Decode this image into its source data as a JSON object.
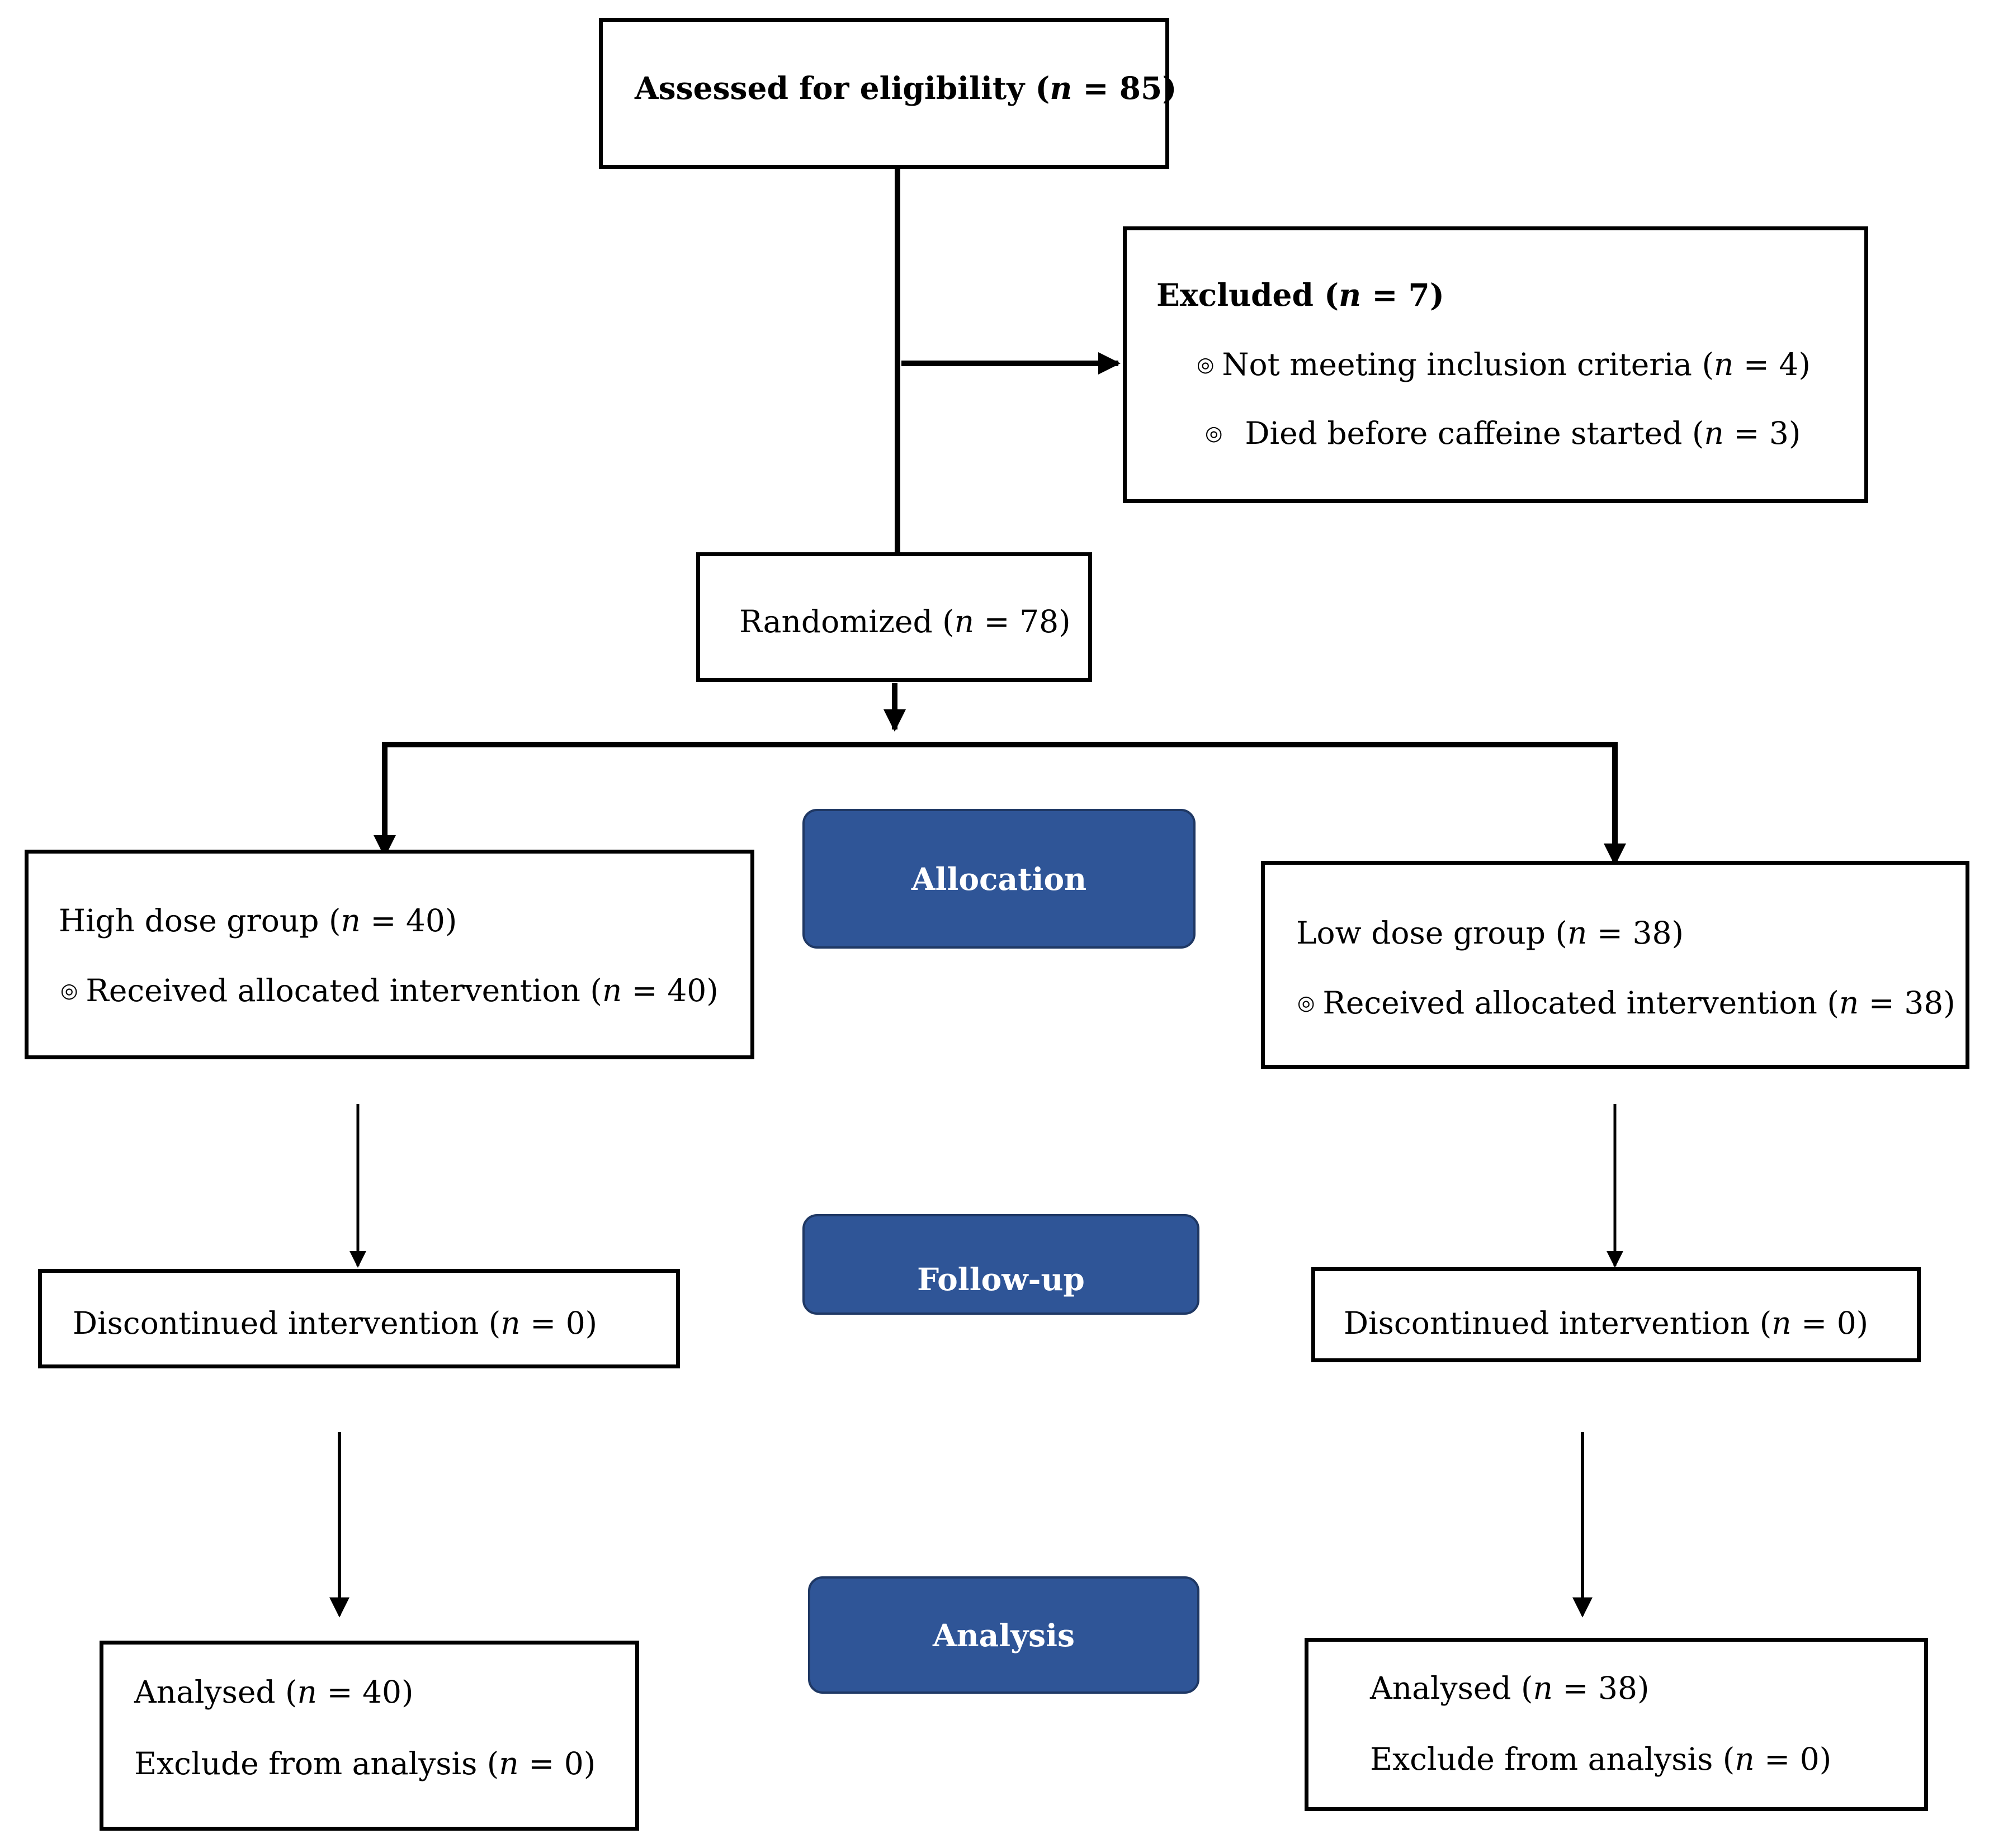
{
  "assessed": {
    "label": "Assessed for eligibility (",
    "n": "n",
    "value": " = 85)"
  },
  "excluded": {
    "label": "Excluded (",
    "n": "n",
    "value": " = 7)",
    "items": [
      {
        "bullet": "◎",
        "label": "Not meeting inclusion criteria (",
        "n": "n",
        "value": " = 4)"
      },
      {
        "bullet": "◎",
        "label": "Died before caffeine started (",
        "n": "n",
        "value": " = 3)"
      }
    ]
  },
  "randomized": {
    "label": "Randomized (",
    "n": "n",
    "value": " = 78)"
  },
  "stages": {
    "allocation": "Allocation",
    "followup": "Follow-up",
    "analysis": "Analysis"
  },
  "high": {
    "group": {
      "label": "High dose group (",
      "n": "n",
      "value": " = 40)"
    },
    "received": {
      "bullet": "◎",
      "label": "Received allocated intervention (",
      "n": "n",
      "value": " = 40)"
    },
    "discontinued": {
      "label": "Discontinued intervention (",
      "n": "n",
      "value": " = 0)"
    },
    "analysed": {
      "label": "Analysed (",
      "n": "n",
      "value": " = 40)"
    },
    "excluded_analysis": {
      "label": "Exclude from analysis (",
      "n": "n",
      "value": " = 0)"
    }
  },
  "low": {
    "group": {
      "label": "Low dose group (",
      "n": "n",
      "value": " = 38)"
    },
    "received": {
      "bullet": "◎",
      "label": "Received allocated intervention (",
      "n": "n",
      "value": " = 38)"
    },
    "discontinued": {
      "label": "Discontinued intervention (",
      "n": "n",
      "value": " = 0)"
    },
    "analysed": {
      "label": "Analysed (",
      "n": "n",
      "value": " = 38)"
    },
    "excluded_analysis": {
      "label": "Exclude from analysis (",
      "n": "n",
      "value": " = 0)"
    }
  },
  "colors": {
    "stage_fill": "#2f5597",
    "stage_border": "#1f3864",
    "stage_text": "#ffffff",
    "line": "#000000"
  }
}
